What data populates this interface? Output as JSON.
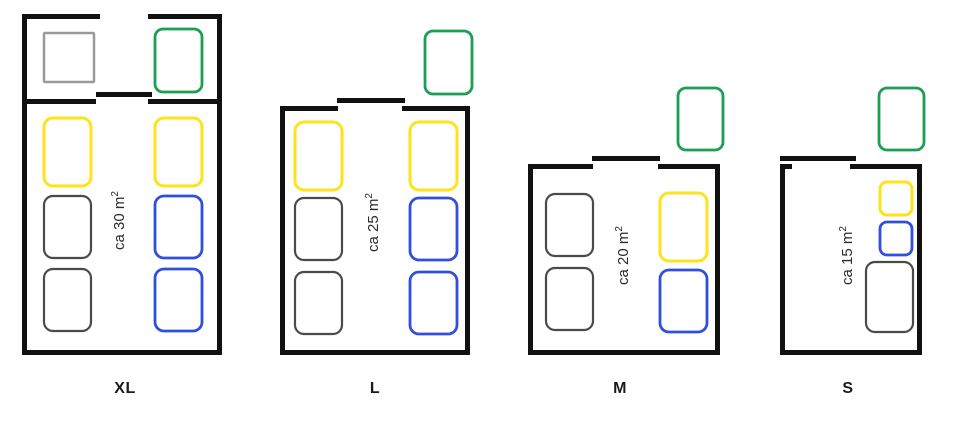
{
  "page": {
    "title": "Apartment size comparison floor plans",
    "background_color": "#ffffff"
  },
  "palette": {
    "wall": "#111111",
    "wall_thin": "#3a3a3a",
    "gray_box": "#9a9a9a",
    "dark_gray_box": "#4a4a4a",
    "yellow_box": "#FFE11C",
    "blue_box": "#2F4FDC",
    "green_box": "#1E9E54",
    "label_text": "#1a1a1a",
    "area_text": "#2b2b2b"
  },
  "legend_shapes": {
    "green": "green-rounded-box",
    "yellow": "yellow-rounded-box",
    "blue": "blue-rounded-box",
    "gray": "gray-rounded-box"
  },
  "units": [
    {
      "id": "xl",
      "label": "XL",
      "area_prefix": "ca",
      "area_value": "30",
      "area_unit": "m",
      "area_exponent": "2",
      "area_text": "ca 30 m²",
      "has_vestibule": true,
      "door_side": "top-center",
      "exterior_green_box": true,
      "interior_boxes": [
        {
          "color": "yellow",
          "column": "left",
          "row": 1
        },
        {
          "color": "yellow",
          "column": "right",
          "row": 1
        },
        {
          "color": "gray",
          "column": "left",
          "row": 2
        },
        {
          "color": "blue",
          "column": "right",
          "row": 2
        },
        {
          "color": "gray",
          "column": "left",
          "row": 3
        },
        {
          "color": "blue",
          "column": "right",
          "row": 3
        }
      ],
      "vestibule_boxes": [
        {
          "color": "gray",
          "shape": "square"
        },
        {
          "color": "green",
          "shape": "rounded"
        }
      ]
    },
    {
      "id": "l",
      "label": "L",
      "area_prefix": "ca",
      "area_value": "25",
      "area_unit": "m",
      "area_exponent": "2",
      "area_text": "ca 25 m²",
      "has_vestibule": false,
      "door_side": "top-center",
      "exterior_green_box": true,
      "interior_boxes": [
        {
          "color": "yellow",
          "column": "left",
          "row": 1
        },
        {
          "color": "yellow",
          "column": "right",
          "row": 1
        },
        {
          "color": "gray",
          "column": "left",
          "row": 2
        },
        {
          "color": "blue",
          "column": "right",
          "row": 2
        },
        {
          "color": "gray",
          "column": "left",
          "row": 3
        },
        {
          "color": "blue",
          "column": "right",
          "row": 3
        }
      ],
      "vestibule_boxes": []
    },
    {
      "id": "m",
      "label": "M",
      "area_prefix": "ca",
      "area_value": "20",
      "area_unit": "m",
      "area_exponent": "2",
      "area_text": "ca 20 m²",
      "has_vestibule": false,
      "door_side": "top-center",
      "exterior_green_box": true,
      "interior_boxes": [
        {
          "color": "gray",
          "column": "left",
          "row": 1
        },
        {
          "color": "yellow",
          "column": "right",
          "row": 1
        },
        {
          "color": "gray",
          "column": "left",
          "row": 2
        },
        {
          "color": "blue",
          "column": "right",
          "row": 2
        }
      ],
      "vestibule_boxes": []
    },
    {
      "id": "s",
      "label": "S",
      "area_prefix": "ca",
      "area_value": "15",
      "area_unit": "m",
      "area_exponent": "2",
      "area_text": "ca 15 m²",
      "has_vestibule": false,
      "door_side": "top-left",
      "exterior_green_box": true,
      "interior_boxes": [
        {
          "color": "yellow",
          "column": "right",
          "row": 1,
          "size": "small"
        },
        {
          "color": "blue",
          "column": "right",
          "row": 2,
          "size": "small"
        },
        {
          "color": "gray",
          "column": "right",
          "row": 3,
          "size": "large"
        }
      ],
      "vestibule_boxes": []
    }
  ]
}
